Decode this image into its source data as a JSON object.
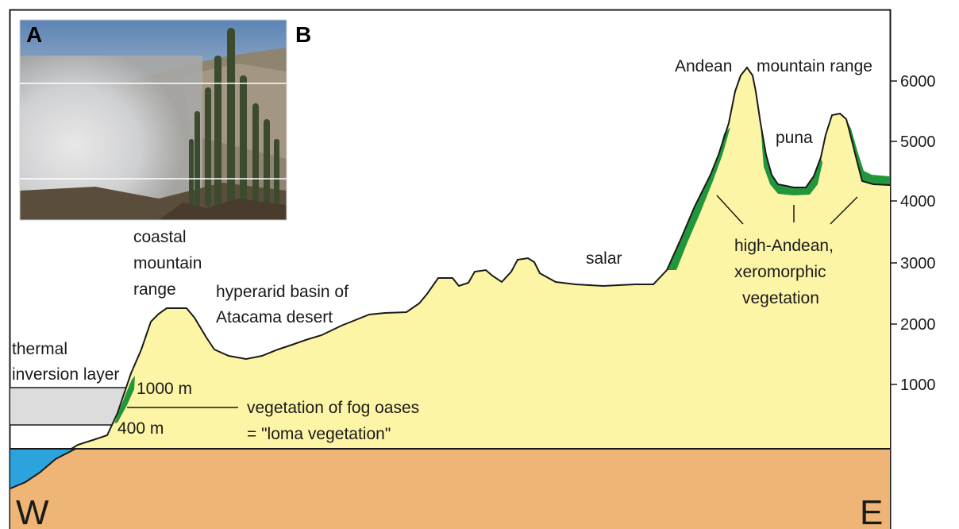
{
  "panels": {
    "a": "A",
    "b": "B"
  },
  "directions": {
    "west": "W",
    "east": "E"
  },
  "labels": {
    "andean_left": "Andean",
    "andean_right": "mountain range",
    "puna": "puna",
    "coastal_1": "coastal",
    "coastal_2": "mountain",
    "coastal_3": "range",
    "basin_1": "hyperarid basin of",
    "basin_2": "Atacama desert",
    "salar": "salar",
    "highandean_1": "high-Andean,",
    "highandean_2": "xeromorphic",
    "highandean_3": "vegetation",
    "thermal_1": "thermal",
    "thermal_2": "inversion layer",
    "m1000": "1000 m",
    "m400": "400 m",
    "fog_1": "vegetation of fog oases",
    "fog_2": "= \"loma vegetation\""
  },
  "elevation_ticks": [
    "1000",
    "2000",
    "3000",
    "4000",
    "5000",
    "6000"
  ],
  "colors": {
    "land": "#fdf5a6",
    "bedrock": "#eeb577",
    "vegetation": "#22963a",
    "ocean": "#2ba3dc",
    "inversion_layer": "#dcdcdc",
    "outline": "#1a1a1a"
  }
}
